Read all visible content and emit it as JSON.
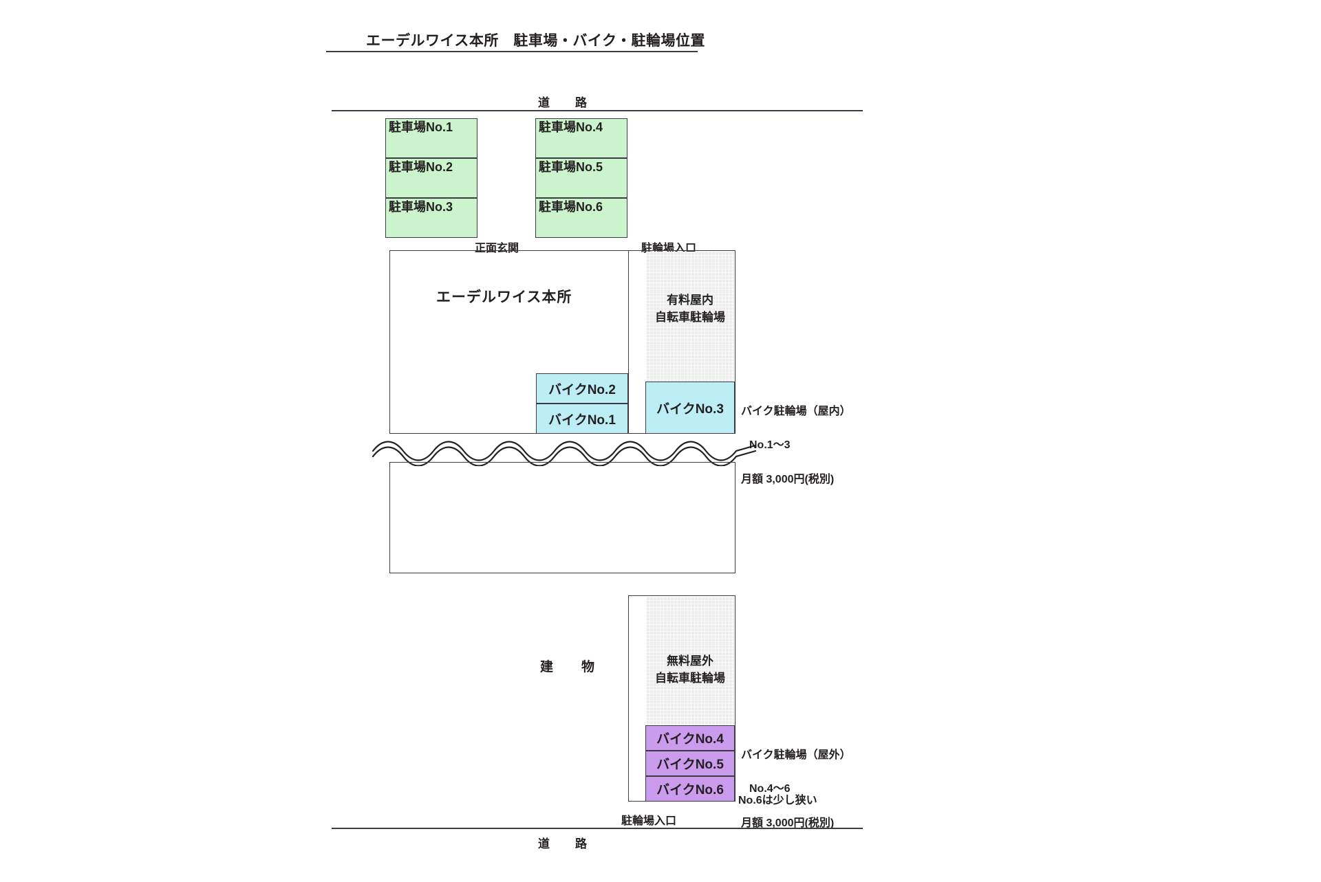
{
  "title": "エーデルワイス本所　駐車場・バイク・駐輪場位置",
  "roads": {
    "top_label": "道　　路",
    "bottom_label": "道　　路"
  },
  "car_parking": {
    "left_column": [
      {
        "label": "駐車場No.1"
      },
      {
        "label": "駐車場No.2"
      },
      {
        "label": "駐車場No.3"
      }
    ],
    "right_column": [
      {
        "label": "駐車場No.4"
      },
      {
        "label": "駐車場No.5"
      },
      {
        "label": "駐車場No.6"
      }
    ]
  },
  "entrances": {
    "front": "正面玄関",
    "bicycle_top": "駐輪場入口",
    "bicycle_bottom": "駐輪場入口"
  },
  "building": {
    "upper_name": "エーデルワイス本所",
    "lower_word": "建　　物"
  },
  "bicycle_zones": {
    "indoor_paid": "有料屋内\n自転車駐輪場",
    "outdoor_free": "無料屋外\n自転車駐輪場"
  },
  "motorbikes": {
    "indoor": [
      {
        "label": "バイクNo.2"
      },
      {
        "label": "バイクNo.1"
      },
      {
        "label": "バイクNo.3"
      }
    ],
    "outdoor": [
      {
        "label": "バイクNo.4"
      },
      {
        "label": "バイクNo.5"
      },
      {
        "label": "バイクNo.6"
      }
    ]
  },
  "notes": {
    "indoor": {
      "line1": "バイク駐輪場（屋内）",
      "line2": "No.1〜3",
      "line3": "月額 3,000円(税別)"
    },
    "outdoor": {
      "line1": "バイク駐輪場（屋外）",
      "line2": "No.4〜6",
      "line3": "月額 3,000円(税別)",
      "line4": "No.6は少し狭い"
    }
  },
  "colors": {
    "car_parking_fill": "#ccf4cc",
    "bike_indoor_fill": "#bdeef6",
    "bike_outdoor_fill": "#cb9bee",
    "bicycle_zone_fill": "#ededed",
    "stroke": "#3b3b46"
  }
}
